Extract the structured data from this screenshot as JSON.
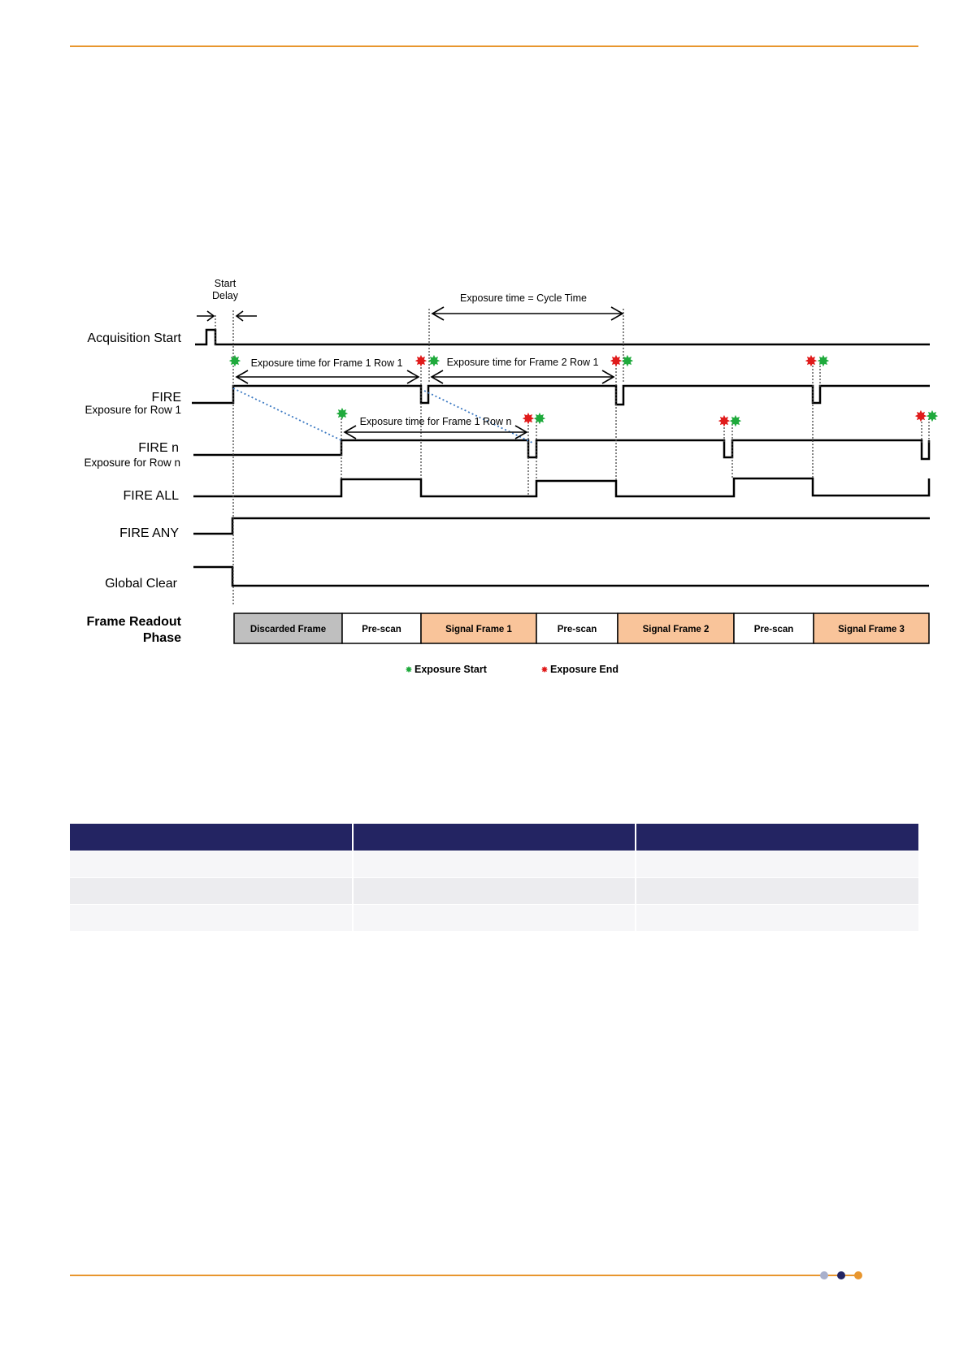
{
  "colors": {
    "accent_rule": "#e8962e",
    "table_header": "#232462",
    "exposure_start_marker": "#1faa3c",
    "exposure_end_marker": "#e01b1b",
    "discarded_fill": "#bfbfbf",
    "signal_fill": "#f9c49a",
    "prescan_fill": "#ffffff",
    "diagonal_dotted": "#3a78c2"
  },
  "diagram": {
    "start_delay_line1": "Start",
    "start_delay_line2": "Delay",
    "cycle_time_label": "Exposure time = Cycle Time",
    "signals": {
      "acq_start": "Acquisition Start",
      "fire": "FIRE",
      "fire_sub": "Exposure for Row 1",
      "fire_n": "FIRE n",
      "fire_n_sub": "Exposure for Row n",
      "fire_all": "FIRE ALL",
      "fire_any": "FIRE ANY",
      "global_clear": "Global Clear"
    },
    "spans": {
      "f1_row1": "Exposure time for Frame 1 Row 1",
      "f2_row1": "Exposure time for Frame 2 Row 1",
      "f1_rown": "Exposure time for Frame 1 Row n"
    },
    "readout_label_line1": "Frame Readout",
    "readout_label_line2": "Phase",
    "readout_phases": [
      {
        "label": "Discarded Frame",
        "kind": "discarded"
      },
      {
        "label": "Pre-scan",
        "kind": "prescan"
      },
      {
        "label": "Signal Frame 1",
        "kind": "signal"
      },
      {
        "label": "Pre-scan",
        "kind": "prescan"
      },
      {
        "label": "Signal Frame 2",
        "kind": "signal"
      },
      {
        "label": "Pre-scan",
        "kind": "prescan"
      },
      {
        "label": "Signal Frame 3",
        "kind": "signal"
      }
    ],
    "legend": {
      "start": "Exposure Start",
      "end": "Exposure End"
    }
  },
  "table": {
    "columns": 3,
    "rows": 3
  },
  "footer_dots": [
    "#a9b0cc",
    "#232462",
    "#e8962e"
  ]
}
